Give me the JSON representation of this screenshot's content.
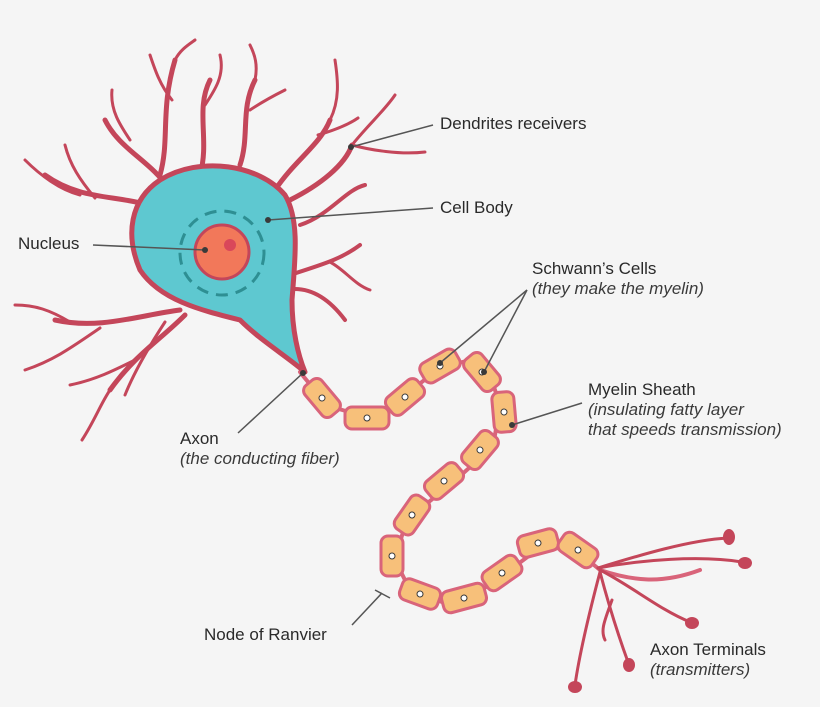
{
  "colors": {
    "background": "#f5f5f5",
    "dendrite": "#c4465a",
    "cell_body_fill": "#5ec8d0",
    "cell_body_stroke": "#c4465a",
    "nucleus_fill": "#f2785a",
    "nucleolus_fill": "#d9475a",
    "myelin_fill": "#f7c07a",
    "myelin_stroke": "#d9647a",
    "leader_line": "#555555"
  },
  "labels": {
    "dendrites": "Dendrites receivers",
    "cell_body": "Cell Body",
    "nucleus": "Nucleus",
    "schwann_title": "Schwann’s Cells",
    "schwann_sub": "(they make the myelin)",
    "myelin_title": "Myelin Sheath",
    "myelin_sub_1": "(insulating fatty layer",
    "myelin_sub_2": "that speeds transmission)",
    "axon_title": "Axon",
    "axon_sub": "(the conducting fiber)",
    "node_ranvier": "Node of Ranvier",
    "terminals_title": "Axon Terminals",
    "terminals_sub": "(transmitters)"
  }
}
